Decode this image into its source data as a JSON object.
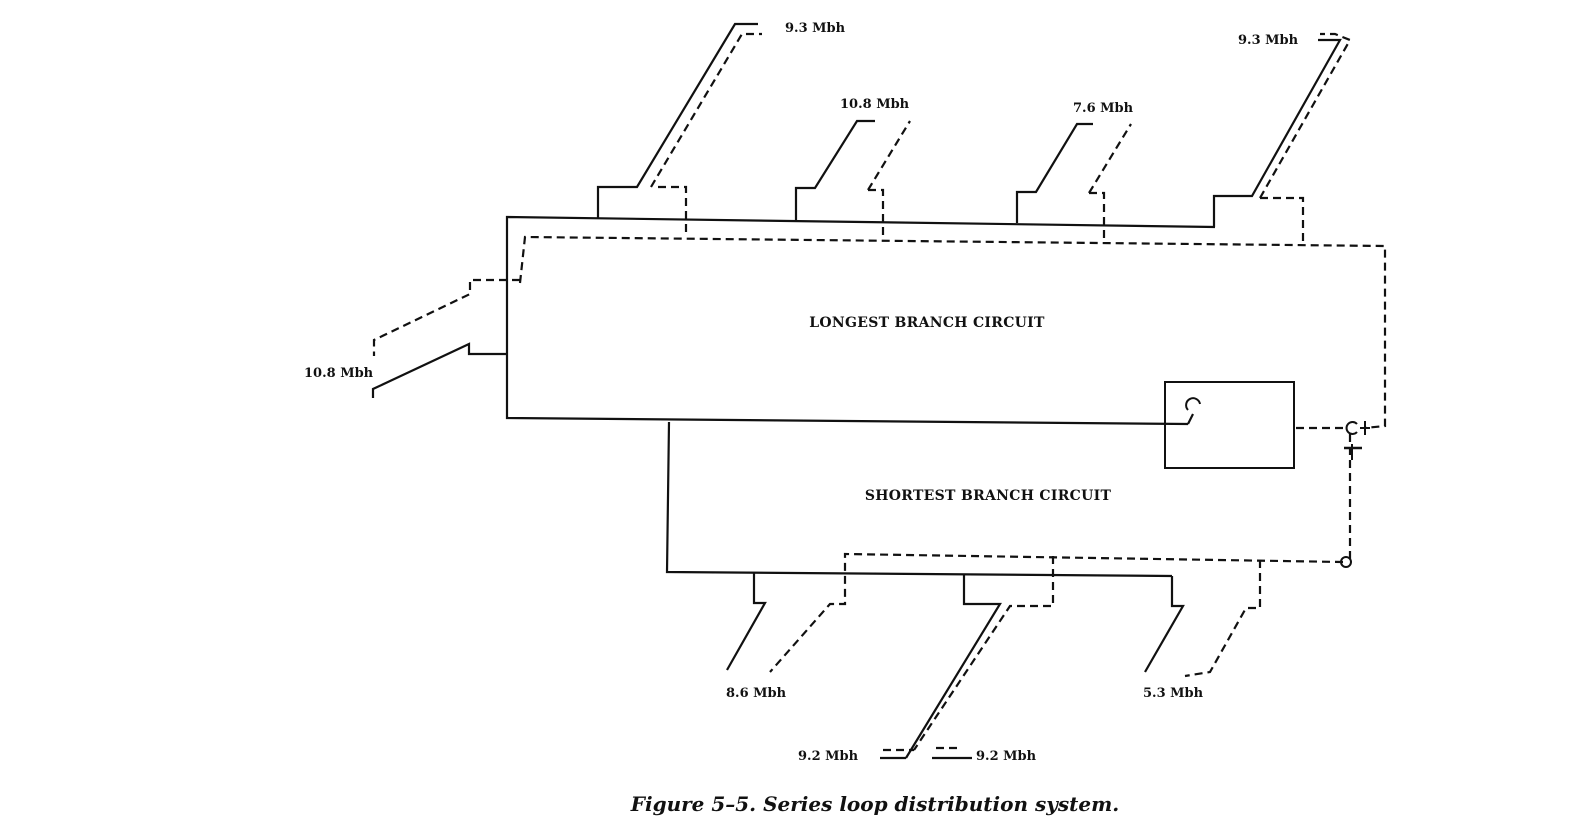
{
  "labels": {
    "longest_branch": "LONGEST BRANCH CIRCUIT",
    "shortest_branch": "SHORTEST BRANCH CIRCUIT",
    "loads": {
      "top_left": "9.3 Mbh",
      "top_middle_left": "10.8 Mbh",
      "top_middle_right": "7.6 Mbh",
      "top_right": "9.3 Mbh",
      "left": "10.8 Mbh",
      "bottom_left": "8.6 Mbh",
      "bottom_right": "5.3 Mbh",
      "bottom_center_left": "9.2 Mbh",
      "bottom_center_right": "9.2 Mbh"
    }
  },
  "caption": "Figure 5–5.   Series loop distribution system."
}
